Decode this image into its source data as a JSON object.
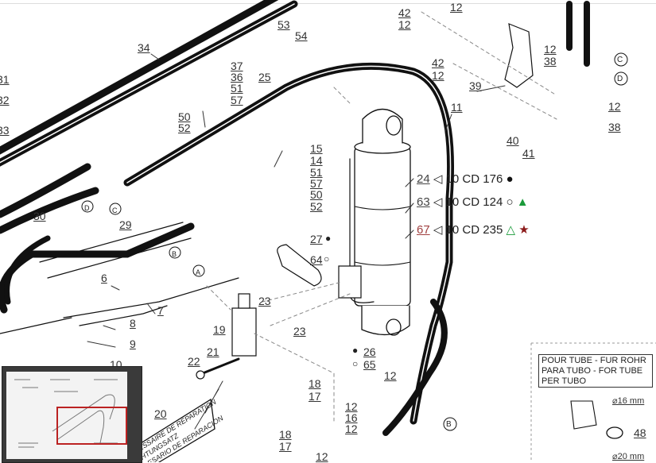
{
  "diagram": {
    "title": "Hydraulic cylinder assembly - exploded parts view",
    "part_labels": [
      {
        "id": "34",
        "text": "34"
      },
      {
        "id": "31",
        "text": "31"
      },
      {
        "id": "32",
        "text": "32"
      },
      {
        "id": "33",
        "text": "33"
      },
      {
        "id": "53",
        "text": "53"
      },
      {
        "id": "54",
        "text": "54"
      },
      {
        "id": "37",
        "text": "37"
      },
      {
        "id": "36",
        "text": "36"
      },
      {
        "id": "51a",
        "text": "51"
      },
      {
        "id": "57a",
        "text": "57"
      },
      {
        "id": "50a",
        "text": "50"
      },
      {
        "id": "52a",
        "text": "52"
      },
      {
        "id": "25",
        "text": "25"
      },
      {
        "id": "15",
        "text": "15"
      },
      {
        "id": "14",
        "text": "14"
      },
      {
        "id": "51b",
        "text": "51"
      },
      {
        "id": "57b",
        "text": "57"
      },
      {
        "id": "50b",
        "text": "50"
      },
      {
        "id": "52b",
        "text": "52"
      },
      {
        "id": "11",
        "text": "11"
      },
      {
        "id": "42a",
        "text": "42"
      },
      {
        "id": "12a",
        "text": "12"
      },
      {
        "id": "12b",
        "text": "12"
      },
      {
        "id": "42b",
        "text": "42"
      },
      {
        "id": "12c",
        "text": "12"
      },
      {
        "id": "39",
        "text": "39"
      },
      {
        "id": "12d",
        "text": "12"
      },
      {
        "id": "38a",
        "text": "38"
      },
      {
        "id": "12e",
        "text": "12"
      },
      {
        "id": "38b",
        "text": "38"
      },
      {
        "id": "40",
        "text": "40"
      },
      {
        "id": "41",
        "text": "41"
      },
      {
        "id": "30",
        "text": "30"
      },
      {
        "id": "29",
        "text": "29"
      },
      {
        "id": "6",
        "text": "6"
      },
      {
        "id": "7",
        "text": "7"
      },
      {
        "id": "8",
        "text": "8"
      },
      {
        "id": "9",
        "text": "9"
      },
      {
        "id": "10",
        "text": "10"
      },
      {
        "id": "27",
        "text": "27"
      },
      {
        "id": "64",
        "text": "64"
      },
      {
        "id": "23a",
        "text": "23"
      },
      {
        "id": "23b",
        "text": "23"
      },
      {
        "id": "19",
        "text": "19"
      },
      {
        "id": "21",
        "text": "21"
      },
      {
        "id": "22",
        "text": "22"
      },
      {
        "id": "20",
        "text": "20"
      },
      {
        "id": "26",
        "text": "26"
      },
      {
        "id": "65",
        "text": "65"
      },
      {
        "id": "12f",
        "text": "12"
      },
      {
        "id": "18a",
        "text": "18"
      },
      {
        "id": "17a",
        "text": "17"
      },
      {
        "id": "12g",
        "text": "12"
      },
      {
        "id": "16a",
        "text": "16"
      },
      {
        "id": "12h",
        "text": "12"
      },
      {
        "id": "18b",
        "text": "18"
      },
      {
        "id": "17b",
        "text": "17"
      },
      {
        "id": "12i",
        "text": "12"
      },
      {
        "id": "48",
        "text": "48"
      }
    ],
    "connector_letters": {
      "A": "A",
      "B": "B",
      "C": "C",
      "D": "D"
    },
    "cylinder_specs": [
      {
        "part": "24",
        "code": "10 CD 176",
        "markers": "●",
        "marker_color": "#111111"
      },
      {
        "part": "63",
        "code": "10 CD 124",
        "markers": "○ ▲",
        "marker_color": "#1a9a3a"
      },
      {
        "part": "67",
        "code": "10 CD 235",
        "markers": "△ ★",
        "marker_color": "#1a9a3a",
        "star_color": "#8b1a1a",
        "part_color": "#a04040"
      }
    ],
    "repair_kit_text": [
      "NÉCESSAIRE DE RÉPARATION",
      "DICHTUNGSATZ",
      "NECESARIO DE REPARACION"
    ],
    "tube_box": {
      "lines": [
        "POUR TUBE - FUR ROHR",
        "PARA TUBO - FOR TUBE",
        "PER TUBO"
      ],
      "dims": [
        "⌀16 mm",
        "⌀20 mm"
      ]
    },
    "bullet_legend": {
      "filled": "●",
      "hollow": "○"
    }
  },
  "minimap": {
    "label": "overview-minimap",
    "viewport_color": "#b22222"
  }
}
